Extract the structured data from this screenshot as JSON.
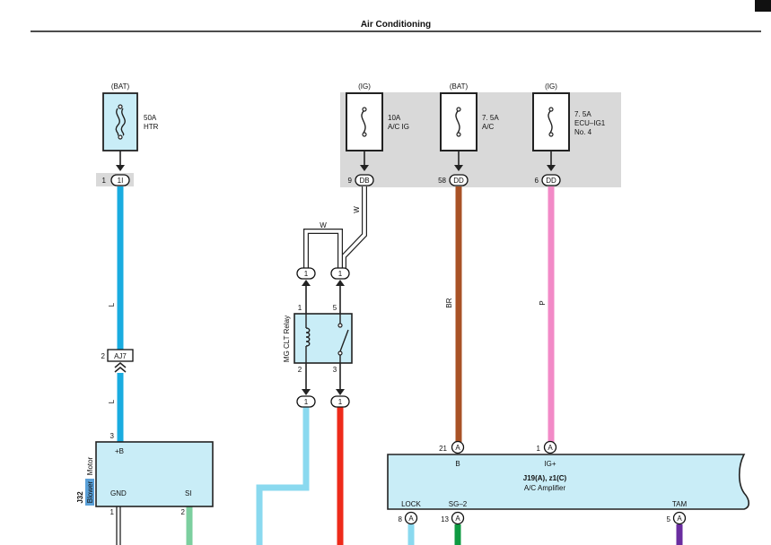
{
  "title": "Air Conditioning",
  "colors": {
    "wire_L": "#19ace0",
    "wire_BR": "#a95226",
    "wire_P": "#f28ac7",
    "wire_LG": "#8ad9ef",
    "wire_R": "#ee2a1a",
    "wire_G": "#7ccf9f",
    "wire_SG": "#0f9a42",
    "wire_V": "#6a2da0",
    "box_fill": "#c9edf7",
    "panel_gray": "#d9d9d9"
  },
  "fuses": [
    {
      "source": "(BAT)",
      "rating": "50A",
      "name": "HTR",
      "name2": "",
      "conn_pin": "1",
      "conn_id": "1I"
    },
    {
      "source": "(IG)",
      "rating": "10A",
      "name": "A/C IG",
      "name2": "",
      "conn_pin": "9",
      "conn_id": "DB"
    },
    {
      "source": "(BAT)",
      "rating": "7. 5A",
      "name": "A/C",
      "name2": "",
      "conn_pin": "58",
      "conn_id": "DD"
    },
    {
      "source": "(IG)",
      "rating": "7. 5A",
      "name": "ECU–IG1",
      "name2": "No. 4",
      "conn_pin": "6",
      "conn_id": "DD"
    }
  ],
  "wire_labels": {
    "L_upper": "L",
    "L_lower": "L",
    "W_vert": "W",
    "W_horiz": "W",
    "BR": "BR",
    "P": "P"
  },
  "junction": {
    "pin": "2",
    "id": "AJ7"
  },
  "relay": {
    "name": "MG CLT Relay",
    "pin_tl": "1",
    "pin_tr": "5",
    "pin_bl": "2",
    "pin_br": "3",
    "conn_label": "1"
  },
  "blower": {
    "code": "J32",
    "name_a": "Blower",
    "name_b": "Motor",
    "pin_b": "3",
    "b_label": "+B",
    "gnd_label": "GND",
    "si_label": "SI",
    "gnd_pin": "1",
    "si_pin": "2"
  },
  "amplifier": {
    "code": "J19(A), z1(C)",
    "name": "A/C Amplifier",
    "inputs": [
      {
        "pin": "21",
        "conn": "A",
        "label": "B"
      },
      {
        "pin": "1",
        "conn": "A",
        "label": "IG+"
      }
    ],
    "outputs": [
      {
        "pin": "8",
        "conn": "A",
        "label": "LOCK"
      },
      {
        "pin": "13",
        "conn": "A",
        "label": "SG–2"
      },
      {
        "pin": "5",
        "conn": "A",
        "label": "TAM"
      }
    ]
  }
}
